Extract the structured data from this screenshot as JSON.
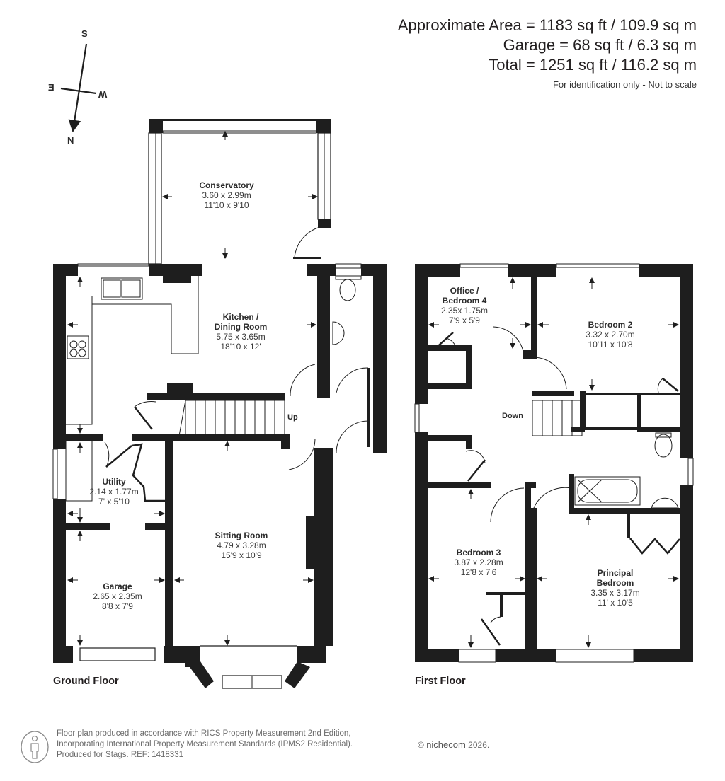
{
  "header": {
    "approx_area": "Approximate Area = 1183 sq ft / 109.9 sq m",
    "garage_area": "Garage = 68 sq ft / 6.3 sq m",
    "total_area": "Total = 1251 sq ft / 116.2 sq m",
    "disclaimer": "For identification only - Not to scale"
  },
  "compass": {
    "north": "N",
    "south": "S",
    "east": "E",
    "west": "W",
    "icon": "compass-icon"
  },
  "ground_floor": {
    "label": "Ground Floor",
    "stairs_label": "Up",
    "rooms": [
      {
        "name": "Conservatory",
        "metric": "3.60 x 2.99m",
        "imperial": "11'10 x 9'10"
      },
      {
        "name": "Kitchen /",
        "name2": "Dining Room",
        "metric": "5.75 x 3.65m",
        "imperial": "18'10 x 12'"
      },
      {
        "name": "Utility",
        "metric": "2.14 x 1.77m",
        "imperial": "7' x 5'10"
      },
      {
        "name": "Garage",
        "metric": "2.65 x 2.35m",
        "imperial": "8'8 x 7'9"
      },
      {
        "name": "Sitting Room",
        "metric": "4.79 x 3.28m",
        "imperial": "15'9 x 10'9"
      }
    ]
  },
  "first_floor": {
    "label": "First Floor",
    "stairs_label": "Down",
    "rooms": [
      {
        "name": "Office /",
        "name2": "Bedroom 4",
        "metric": "2.35x 1.75m",
        "imperial": "7'9 x 5'9"
      },
      {
        "name": "Bedroom 2",
        "metric": "3.32 x 2.70m",
        "imperial": "10'11 x 10'8"
      },
      {
        "name": "Bedroom 3",
        "metric": "3.87 x 2.28m",
        "imperial": "12'8 x 7'6"
      },
      {
        "name": "Principal",
        "name2": "Bedroom",
        "metric": "3.35 x 3.17m",
        "imperial": "11' x 10'5"
      }
    ]
  },
  "footer": {
    "line1": "Floor plan produced in accordance with RICS Property Measurement 2nd Edition,",
    "line2": "Incorporating International Property Measurement Standards (IPMS2 Residential).",
    "line3": "Produced for Stags.   REF: 1418331",
    "copyright_symbol": "©",
    "brand": "nichecom",
    "year": "2026.",
    "icon": "person-icon"
  },
  "colors": {
    "wall": "#1e1e1e",
    "text": "#231f20",
    "footer_text": "#6a6a6a"
  }
}
